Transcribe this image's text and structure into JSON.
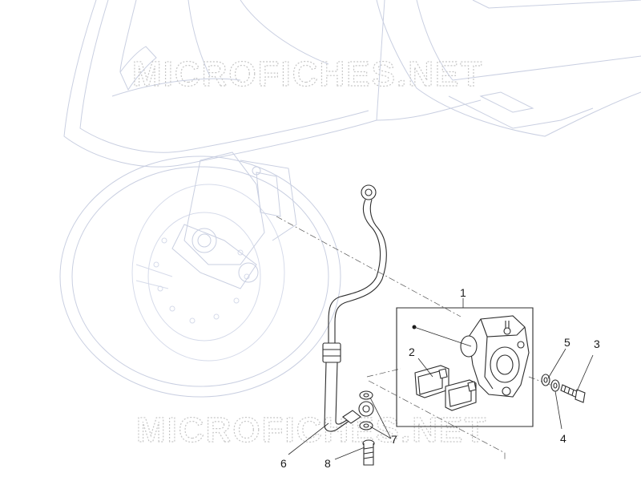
{
  "watermark": {
    "top": "MICROFICHES.NET",
    "bottom": "MICROFICHES.NET"
  },
  "callouts": [
    {
      "id": "c1",
      "label": "1"
    },
    {
      "id": "c2",
      "label": "2"
    },
    {
      "id": "c3",
      "label": "3"
    },
    {
      "id": "c4",
      "label": "4"
    },
    {
      "id": "c5",
      "label": "5"
    },
    {
      "id": "c6",
      "label": "6"
    },
    {
      "id": "c7",
      "label": "7"
    },
    {
      "id": "c8",
      "label": "8"
    }
  ],
  "colors": {
    "background": "#ffffff",
    "vehicle_outline": "#c9cfe1",
    "part_line": "#2c2c2c",
    "watermark": "#c7c7c7"
  }
}
